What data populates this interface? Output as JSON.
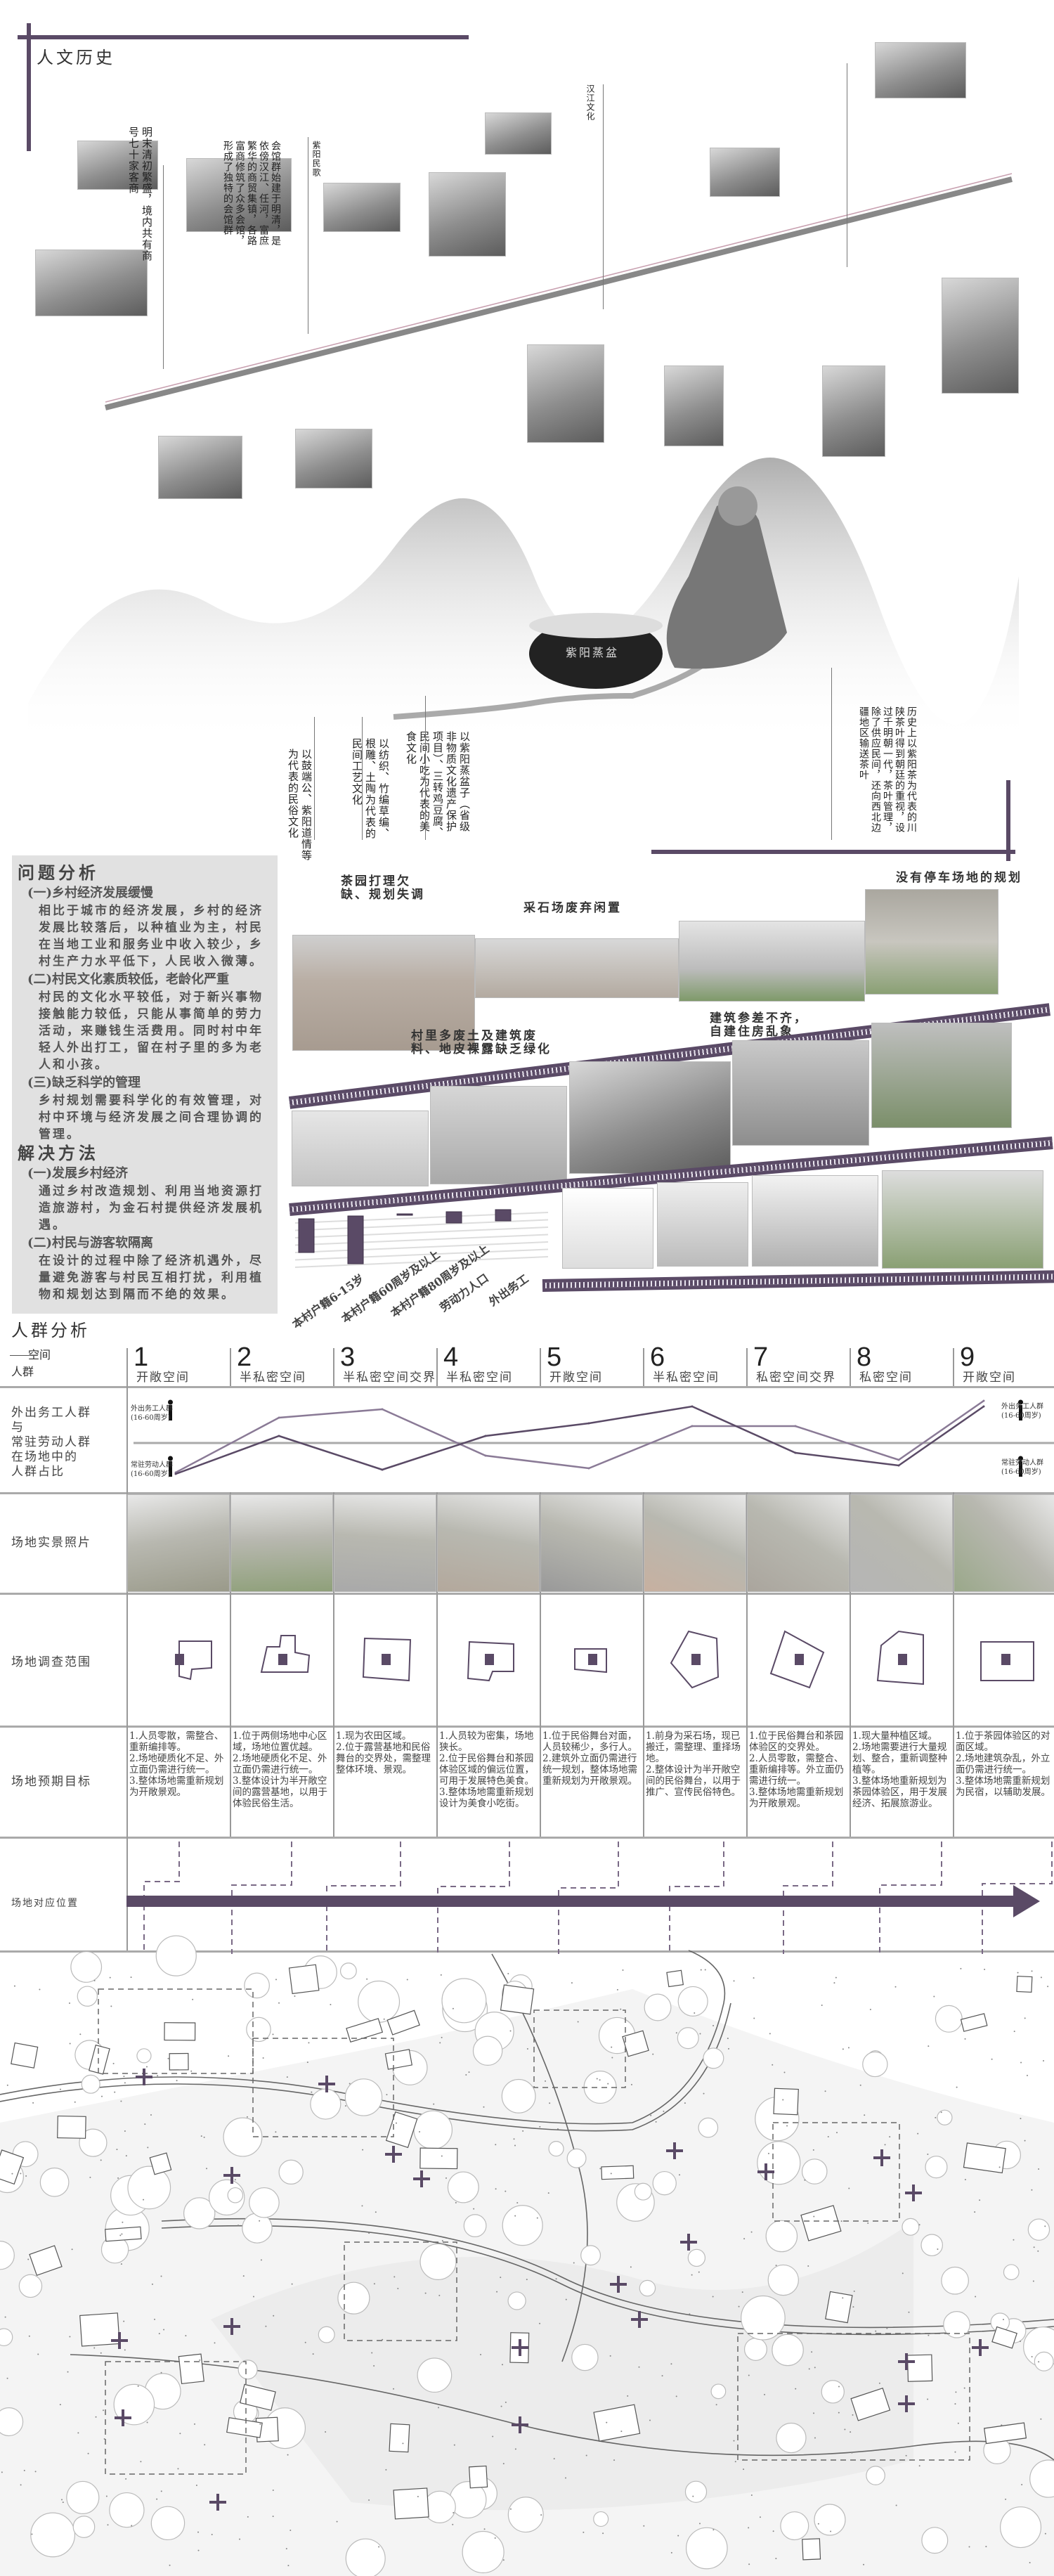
{
  "history": {
    "title": "人文历史",
    "top_texts": [
      "明末清初繁盛，境内共有商号七十家客商",
      "会馆群始建于明清，是依傍汉江、任河，富庶繁华的商贸集镇，各路富商修筑了众多会馆，形成了独特的会馆群",
      "紫阳民歌",
      "汉江文化"
    ],
    "bottom_texts": [
      "以鼓端公、紫阳道情等为代表的民俗文化",
      "以纺织、竹编草编、根雕、土陶为代表的民间工艺文化",
      "以紫阳蒸盆子（省级非物质文化遗产保护项目）、三转鸡豆腐、民间小吃为代表的美食文化",
      "历史上以紫阳茶为代表的川陕茶叶得到朝廷的重视，设过千明朝一代，茶叶管理，除了供应民间，还向西北边疆地区输送茶叶"
    ],
    "pot_label": "紫阳蒸盆"
  },
  "problems": {
    "title": "问题分析",
    "items": [
      {
        "heading": "(一)乡村经济发展缓慢",
        "body": "相比于城市的经济发展，乡村的经济发展比较落后，以种植业为主，村民在当地工业和服务业中收入较少，乡村生产力水平低下，人民收入微薄。"
      },
      {
        "heading": "(二)村民文化素质较低，老龄化严重",
        "body": "村民的文化水平较低，对于新兴事物接触能力较低，只能从事简单的劳力活动，来赚钱生活费用。同时村中年轻人外出打工，留在村子里的多为老人和小孩。"
      },
      {
        "heading": "(三)缺乏科学的管理",
        "body": "乡村规划需要科学化的有效管理，对村中环境与经济发展之间合理协调的管理。"
      }
    ],
    "solution_title": "解决方法",
    "solutions": [
      {
        "heading": "(一)发展乡村经济",
        "body": "通过乡村改造规划、利用当地资源打造旅游村，为金石村提供经济发展机遇。"
      },
      {
        "heading": "(二)村民与游客软隔离",
        "body": "在设计的过程中除了经济机遇外，尽量避免游客与村民互相打扰，利用植物和规划达到隔而不绝的效果。"
      }
    ]
  },
  "site_notes": {
    "tea_garden": "茶园打理欠缺、规划失调",
    "quarry": "采石场废弃闲置",
    "parking": "没有停车场地的规划",
    "buildings": "建筑参差不齐，自建住房乱象",
    "waste": "村里多废土及建筑废料、地皮裸露缺乏绿化"
  },
  "chart_data": [
    {
      "type": "bar",
      "title": "",
      "categories": [
        "本村户籍6-15岁",
        "本村户籍60周岁及以上",
        "本村户籍80周岁及以上",
        "劳动力人口",
        "外出务工"
      ],
      "values": [
        0.6,
        0.85,
        0.02,
        0.2,
        0.2
      ],
      "xlabel": "",
      "ylabel": "",
      "ylim": [
        0,
        1
      ]
    },
    {
      "type": "line",
      "title": "外出务工人群与常驻劳动人群在场地中的人群占比",
      "x": [
        1,
        2,
        3,
        4,
        5,
        6,
        7,
        8,
        9
      ],
      "series": [
        {
          "name": "外出务工人群",
          "sub": "(16-60周岁)",
          "values": [
            -0.7,
            0.6,
            0.8,
            -0.3,
            -0.6,
            0.4,
            0.4,
            -0.4,
            1.0
          ]
        },
        {
          "name": "常驻劳动人群",
          "sub": "(16-60周岁)",
          "values": [
            -0.7,
            0.2,
            -0.6,
            0.2,
            0.5,
            0.9,
            -0.2,
            -0.5,
            0.9
          ]
        }
      ],
      "ylim": [
        -1,
        1
      ]
    }
  ],
  "crowd": {
    "title": "人群分析",
    "corner_top": "空间",
    "corner_bottom": "人群",
    "row_labels": {
      "ratio": "外出务工人群\n与\n常驻劳动人群\n在场地中的\n人群占比",
      "photo": "场地实景照片",
      "range": "场地调查范围",
      "goal": "场地预期目标",
      "position": "场地对应位置"
    },
    "columns": [
      {
        "num": "1",
        "type": "开敞空间",
        "goal": "1.人员零散，需整合、重新编排等。\n2.场地硬质化不足、外立面仍需进行统一。\n3.整体场地需重新规划为开敞景观。"
      },
      {
        "num": "2",
        "type": "半私密空间",
        "goal": "1.位于两侧场地中心区域，场地位置优越。\n2.场地硬质化不足、外立面仍需进行统一。\n3.整体设计为半开敞空间的露营基地，以用于体验民俗生活。"
      },
      {
        "num": "3",
        "type": "半私密空间交界",
        "goal": "1.现为农田区域。\n2.位于露营基地和民俗舞台的交界处，需整理整体环境、景观。"
      },
      {
        "num": "4",
        "type": "半私密空间",
        "goal": "1.人员较为密集，场地狭长。\n2.位于民俗舞台和茶园体验区域的偏远位置，可用于发展特色美食。\n3.整体场地需重新规划设计为美食小吃街。"
      },
      {
        "num": "5",
        "type": "开敞空间",
        "goal": "1.位于民俗舞台对面，人员较稀少，多行人。\n2.建筑外立面仍需进行统一规划，整体场地需重新规划为开敞景观。"
      },
      {
        "num": "6",
        "type": "半私密空间",
        "goal": "1.前身为采石场，现已搬迁，需整理、重择场地。\n2.整体设计为半开敞空间的民俗舞台，以用于推广、宣传民俗特色。"
      },
      {
        "num": "7",
        "type": "私密空间交界",
        "goal": "1.位于民俗舞台和茶园体验区的交界处。\n2.人员零散，需整合、重新编排等。外立面仍需进行统一。\n3.整体场地需重新规划为开敞景观。"
      },
      {
        "num": "8",
        "type": "私密空间",
        "goal": "1.现大量种植区域。\n2.场地需要进行大量规划、整合，重新调整种植等。\n3.整体场地重新规划为茶园体验区，用于发展经济、拓展旅游业。"
      },
      {
        "num": "9",
        "type": "开敞空间",
        "goal": "1.位于茶园体验区的对面区域。\n2.场地建筑杂乱，外立面仍需进行统一。\n3.整体场地需重新规划为民宿，以辅助发展。"
      }
    ]
  },
  "colors": {
    "accent": "#5a4a66",
    "line_a": "#8a7a96",
    "line_b": "#5a4a66",
    "panel": "#e1e1e1"
  }
}
